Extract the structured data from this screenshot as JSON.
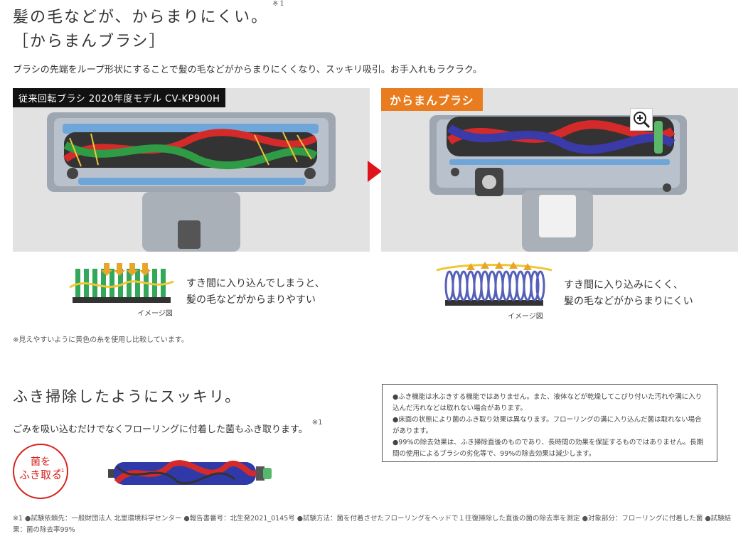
{
  "section1": {
    "heading": "髪の毛などが、からまりにくい。",
    "heading_sup": "※1",
    "subheading": "［からまんブラシ］",
    "lead": "ブラシの先端をループ形状にすることで髪の毛などがからまりにくくなり、スッキリ吸引。お手入れもラクラク。",
    "left_panel_label": "従来回転ブラシ 2020年度モデル CV-KP900H",
    "right_panel_label": "からまんブラシ",
    "left_desc_line1": "すき間に入り込んでしまうと、",
    "left_desc_line2": "髪の毛などがからまりやすい",
    "right_desc_line1": "すき間に入り込みにくく、",
    "right_desc_line2": "髪の毛などがからまりにくい",
    "image_caption": "イメージ図",
    "small_note": "※見えやすいように黄色の糸を使用し比較しています。"
  },
  "section2": {
    "heading": "ふき掃除したようにスッキリ。",
    "lead": "ごみを吸い込むだけでなくフローリングに付着した菌もふき取ります。",
    "lead_sup": "※1",
    "badge_line1": "菌を",
    "badge_line2": "ふき取る",
    "badge_sup": "※1",
    "notes": [
      "●ふき機能は水ぶきする機能ではありません。また、液体などが乾燥してこびり付いた汚れや溝に入り込んだ汚れなどは取れない場合があります。",
      "●床面の状態により菌のふき取り効果は異なります。フローリングの溝に入り込んだ菌は取れない場合があります。",
      "●99%の除去効果は、ふき掃除直後のものであり、長時間の効果を保証するものではありません。長期間の使用によるブラシの劣化等で、99%の除去効果は減少します。"
    ]
  },
  "footnote": "※1 ●試験依頼先：一般財団法人 北里環境科学センター ●報告書番号：北生発2021_0145号 ●試験方法：菌を付着させたフローリングをヘッドで１往復掃除した直後の菌の除去率を測定 ●対象部分：フローリングに付着した菌 ●試験結果：菌の除去率99%",
  "icons": {
    "zoom": "zoom-in-icon",
    "arrow": "triangle-right-icon"
  },
  "colors": {
    "accent_orange": "#e87c1e",
    "arrow_red": "#e0121b",
    "badge_red": "#d7221d"
  }
}
